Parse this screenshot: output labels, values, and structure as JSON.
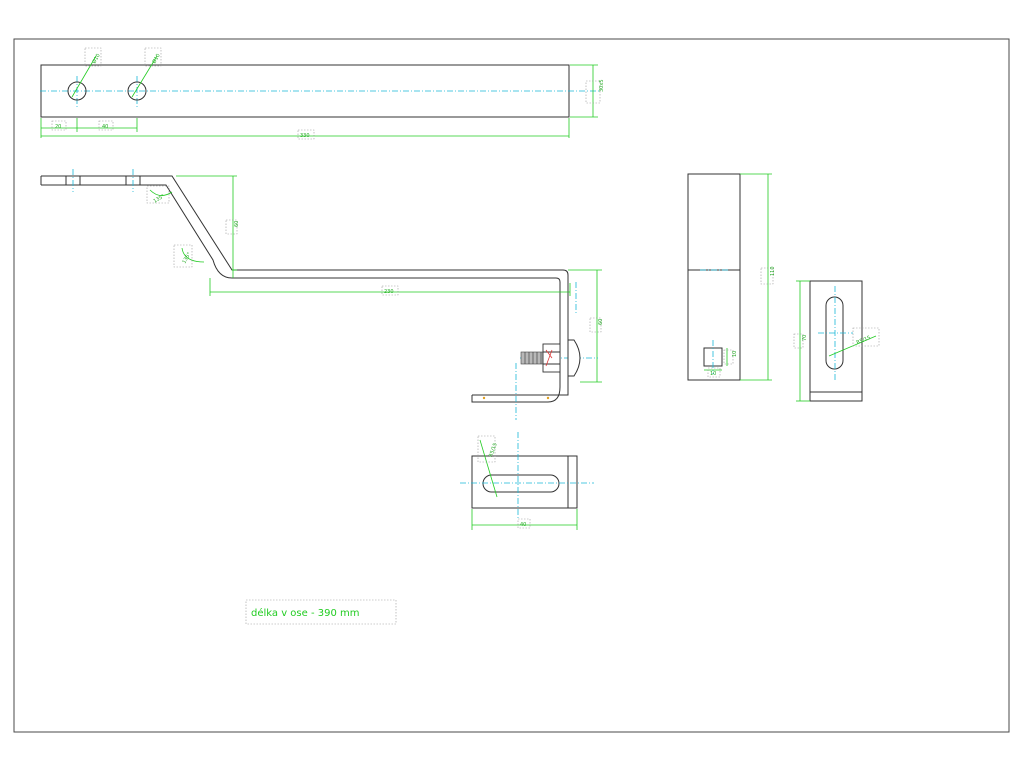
{
  "dimensions": {
    "top_hole_1": "Ø10",
    "top_hole_2": "Ø10",
    "top_width": "30x5",
    "top_offset_1": "20",
    "top_offset_2": "40",
    "top_length": "330",
    "profile_angle_1": "135°",
    "profile_angle_2": "135°",
    "profile_height": "60",
    "profile_length": "230",
    "profile_drop": "60",
    "slot_label": "R5/15",
    "slot_width": "40",
    "side_height": "110",
    "side_square_w": "10",
    "side_square_h": "10",
    "end_height": "70",
    "end_slot_label": "R5/15"
  },
  "note": {
    "text": "délka v ose - 390 mm"
  }
}
